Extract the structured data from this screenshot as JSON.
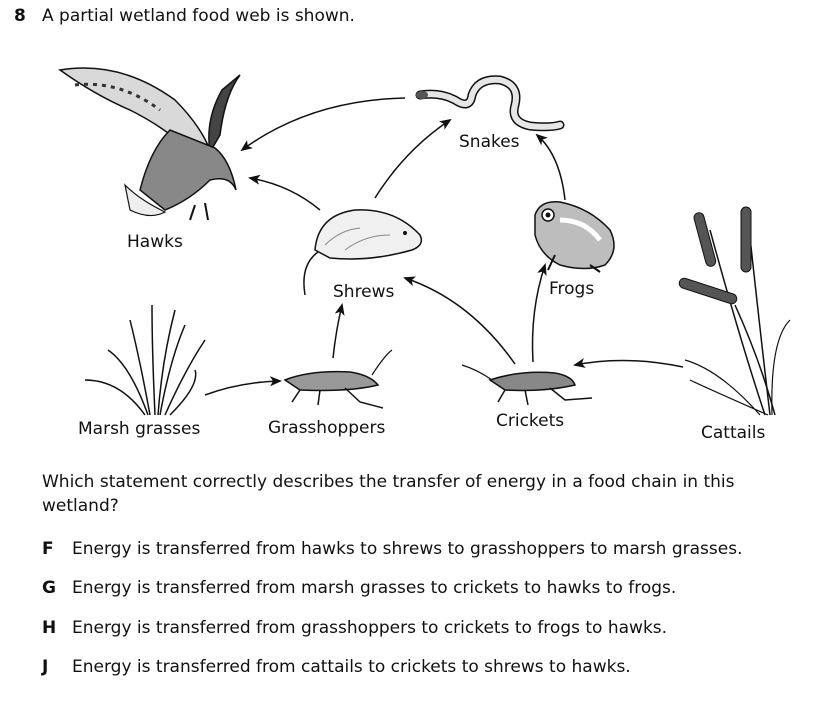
{
  "question": {
    "number": "8",
    "stem": "A partial wetland food web is shown.",
    "prompt": "Which statement correctly describes the transfer of energy in a food chain in this wetland?"
  },
  "organisms": {
    "hawks": "Hawks",
    "snakes": "Snakes",
    "shrews": "Shrews",
    "frogs": "Frogs",
    "marsh_grasses": "Marsh grasses",
    "grasshoppers": "Grasshoppers",
    "crickets": "Crickets",
    "cattails": "Cattails"
  },
  "choices": [
    {
      "letter": "F",
      "text": "Energy is transferred from hawks to shrews to grasshoppers to marsh grasses."
    },
    {
      "letter": "G",
      "text": "Energy is transferred from marsh grasses to crickets to hawks to frogs."
    },
    {
      "letter": "H",
      "text": "Energy is transferred from grasshoppers to crickets to frogs to hawks."
    },
    {
      "letter": "J",
      "text": "Energy is transferred from cattails to crickets to shrews to hawks."
    }
  ]
}
